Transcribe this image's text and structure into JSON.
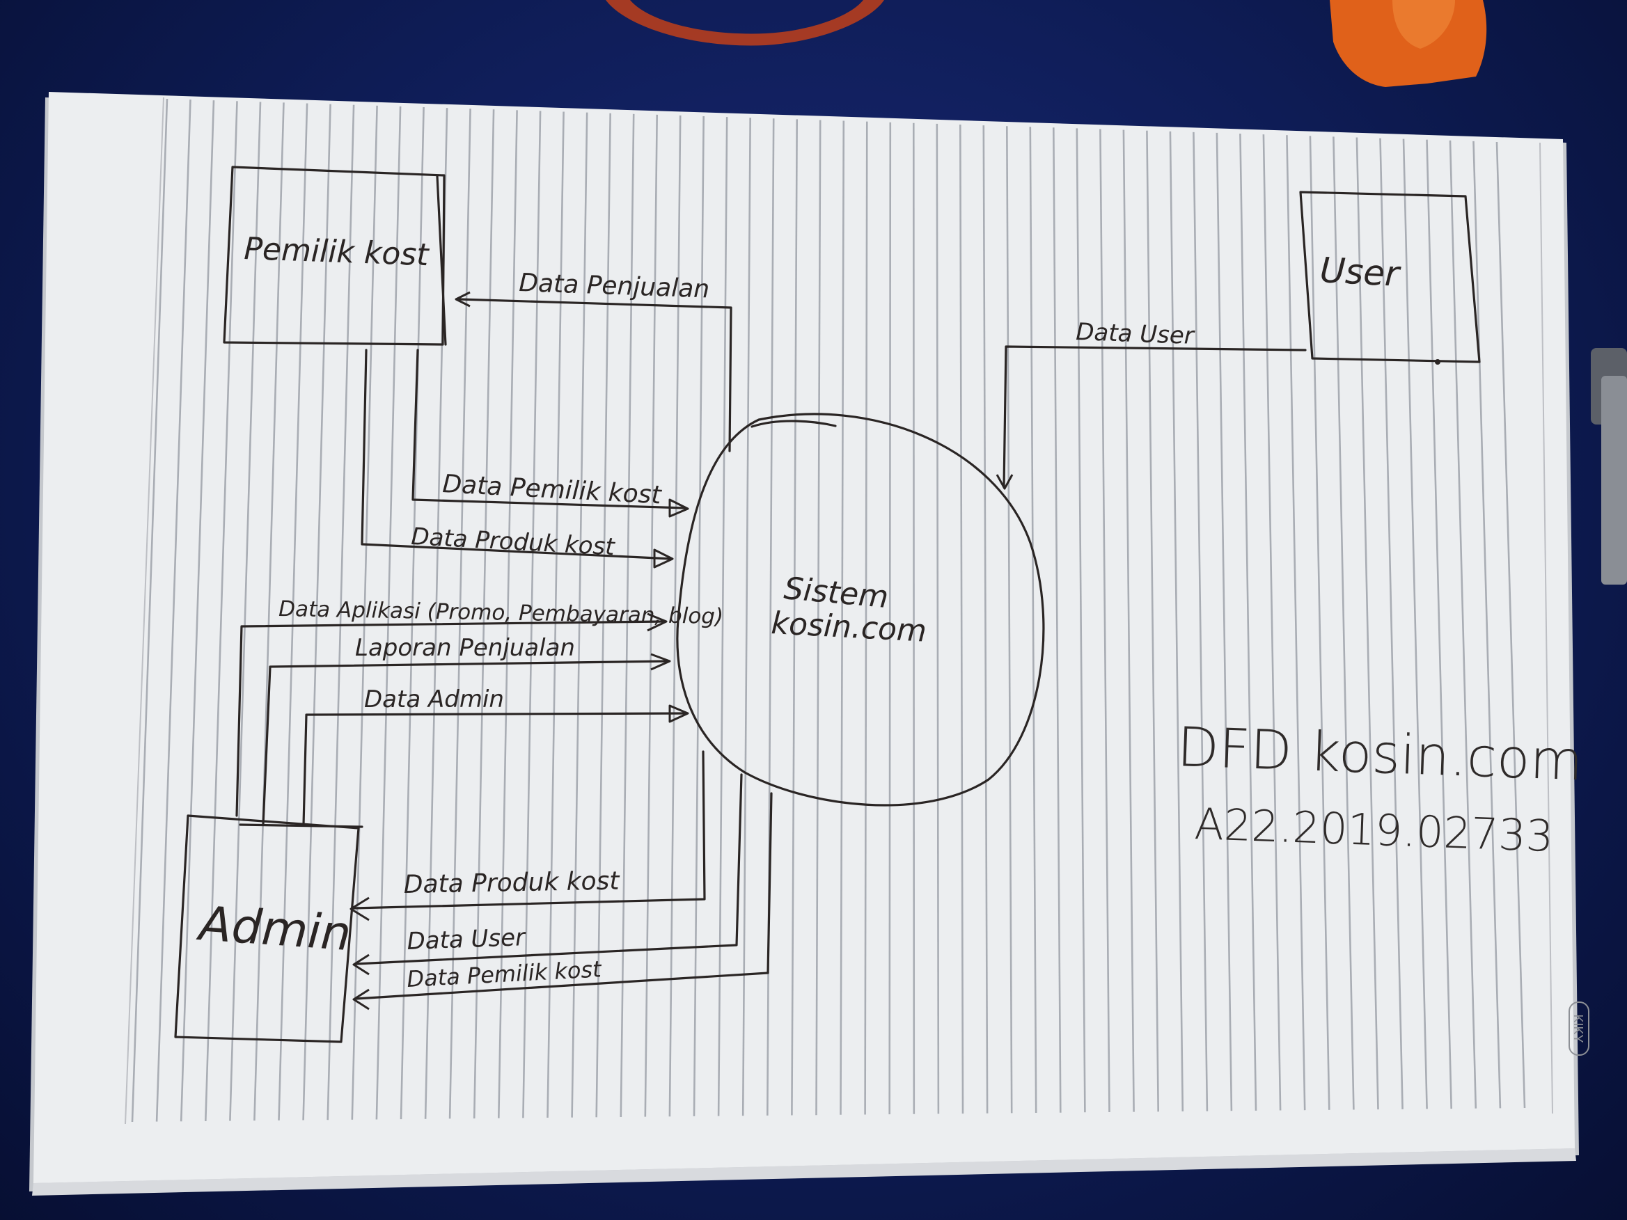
{
  "diagram": {
    "entities": {
      "pemilik_kost": "Pemilik kost",
      "user": "User",
      "admin": "Admin"
    },
    "process": {
      "line1": "Sistem",
      "line2": "kosin.com"
    },
    "flows": {
      "data_penjualan": "Data Penjualan",
      "data_user_in": "Data User",
      "data_pemilik_kost_in": "Data Pemilik kost",
      "data_produk_kost_in": "Data Produk kost",
      "data_aplikasi": "Data Aplikasi (Promo, Pembayaran, blog)",
      "laporan_penjualan": "Laporan Penjualan",
      "data_admin": "Data Admin",
      "data_produk_kost_out": "Data Produk kost",
      "data_user_out": "Data User",
      "data_pemilik_kost_out": "Data Pemilik kost"
    },
    "caption": {
      "title": "DFD kosin.com",
      "id": "A22.2019.02733"
    },
    "brand_mark": "KIKY"
  },
  "colors": {
    "background": "#0e1c55",
    "paper": "#eceef0",
    "rule_lines": "#a9adb4",
    "ink": "#2a2524",
    "accent_orange": "#e0611a"
  }
}
